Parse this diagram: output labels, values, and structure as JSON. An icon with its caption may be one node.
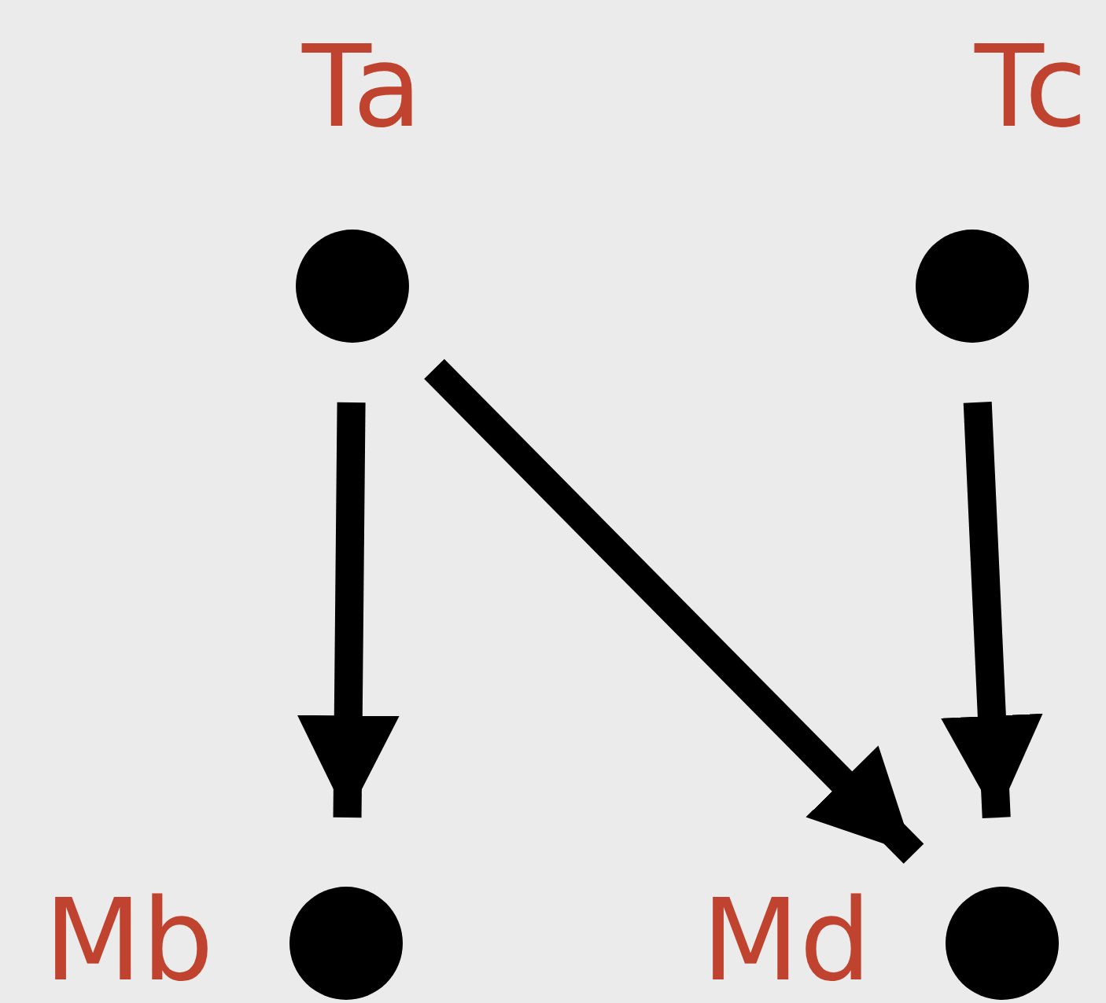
{
  "diagram": {
    "nodes": [
      {
        "text": [],
        "shape": "circle",
        "beside": [
          "Ta"
        ]
      },
      {
        "text": [],
        "shape": "circle",
        "beside": [
          "Tc"
        ]
      },
      {
        "text": [],
        "shape": "circle",
        "beside": [
          "Mb"
        ]
      },
      {
        "text": [],
        "shape": "circle",
        "beside": [
          "Md"
        ]
      }
    ],
    "edges": [
      {
        "from": 0,
        "to": 2,
        "arrow": "to"
      },
      {
        "from": 0,
        "to": 3,
        "arrow": "to"
      },
      {
        "from": 1,
        "to": 3,
        "arrow": "to"
      }
    ]
  }
}
